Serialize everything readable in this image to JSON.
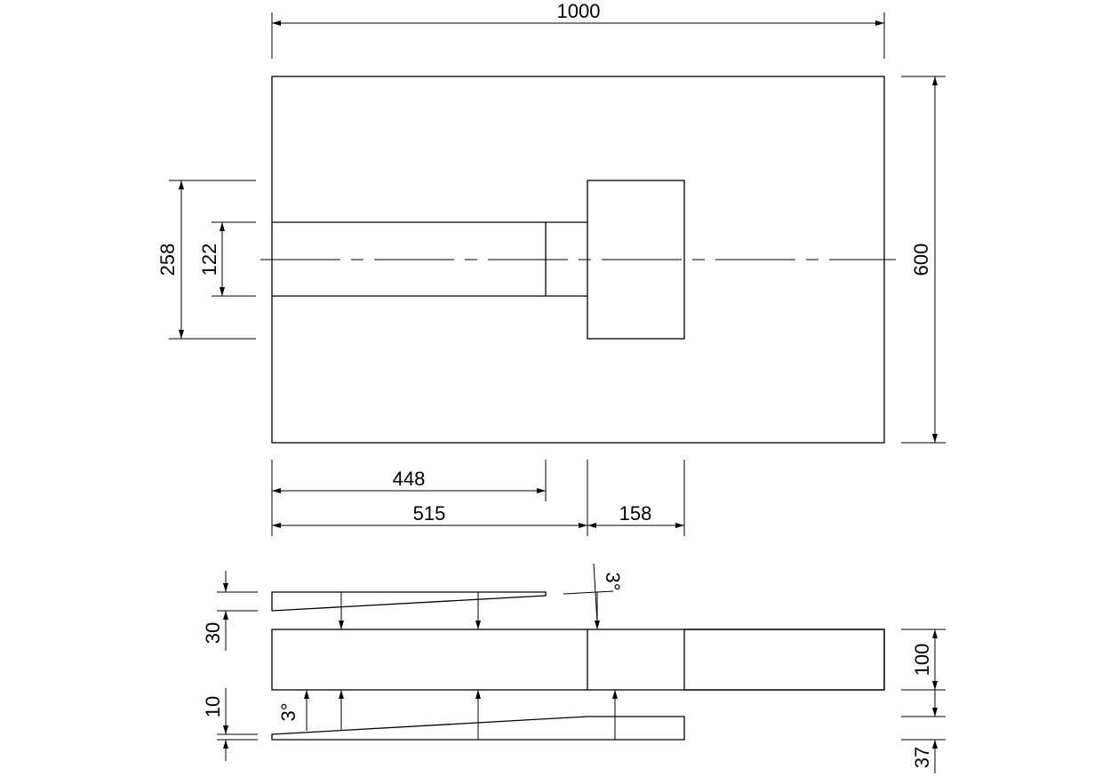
{
  "dimensions": {
    "overall_width": "1000",
    "overall_height": "600",
    "block_height": "258",
    "slot_height": "122",
    "slot_length": "448",
    "block_offset": "515",
    "block_width": "158",
    "top_wedge_thickness": "30",
    "top_wedge_angle": "3°",
    "bottom_wedge_angle": "3°",
    "bottom_wedge_thickness": "10",
    "main_thickness": "100",
    "bottom_gap": "37"
  }
}
